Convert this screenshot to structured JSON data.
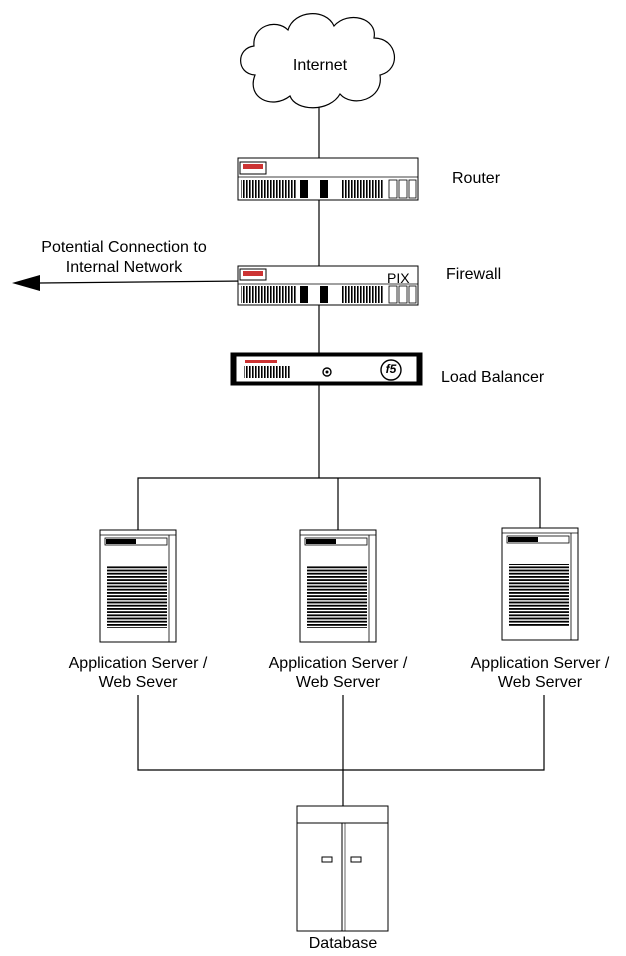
{
  "nodes": {
    "internet": {
      "label": "Internet"
    },
    "router": {
      "label": "Router"
    },
    "firewall": {
      "label": "Firewall",
      "device_text": "PIX"
    },
    "load_balancer": {
      "label": "Load Balancer",
      "device_logo": "f5"
    },
    "app_server_1": {
      "line1": "Application Server /",
      "line2": "Web Sever"
    },
    "app_server_2": {
      "line1": "Application Server /",
      "line2": "Web Server"
    },
    "app_server_3": {
      "line1": "Application Server /",
      "line2": "Web Server"
    },
    "database": {
      "label": "Database"
    }
  },
  "external": {
    "line1": "Potential Connection to",
    "line2": "Internal Network"
  },
  "colors": {
    "line": "#000000",
    "device_fill": "#ffffff",
    "device_body": "#f2f2f2",
    "router_accent": "#cc3333"
  }
}
